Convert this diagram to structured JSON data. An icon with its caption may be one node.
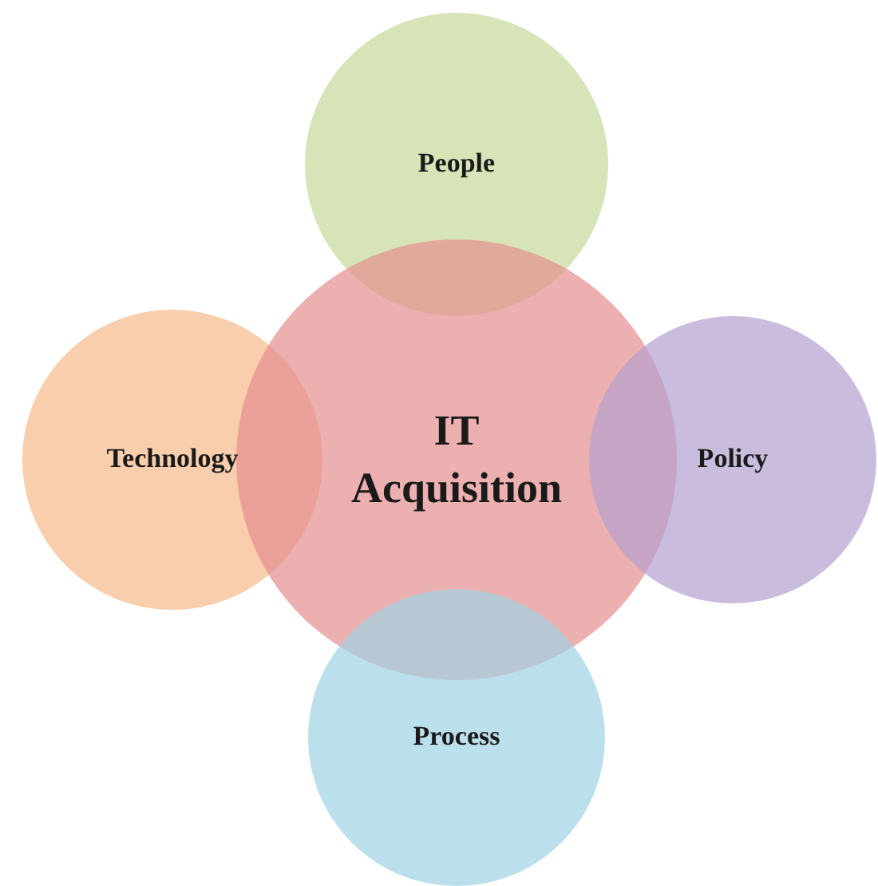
{
  "diagram": {
    "nodes": [
      {
        "text": [
          "People"
        ]
      },
      {
        "text": [
          "Technology"
        ]
      },
      {
        "text": [
          "IT Acquisition"
        ]
      },
      {
        "text": [
          "Policy"
        ]
      },
      {
        "text": [
          "Process"
        ]
      }
    ]
  }
}
